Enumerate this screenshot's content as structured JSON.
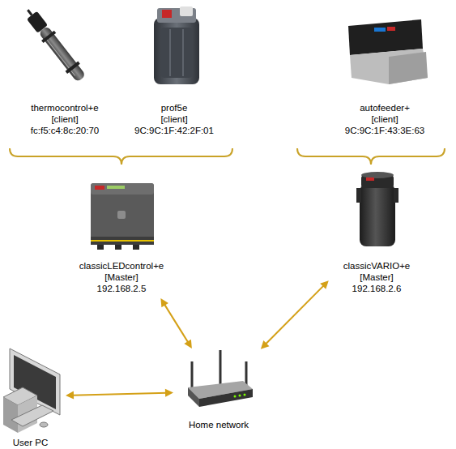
{
  "diagram": {
    "nodes": [
      {
        "text": [
          "thermocontrol+e",
          "[client]",
          "fc:f5:c4:8c:20:70"
        ]
      },
      {
        "text": [
          "prof5e",
          "[client]",
          "9C:9C:1F:42:2F:01"
        ]
      },
      {
        "text": [
          "autofeeder+",
          "[client]",
          "9C:9C:1F:43:3E:63"
        ]
      },
      {
        "text": [
          "classicLEDcontrol+e",
          "[Master]",
          "192.168.2.5"
        ]
      },
      {
        "text": [
          "classicVARIO+e",
          "[Master]",
          "192.168.2.6"
        ]
      },
      {
        "text": [
          "Home network"
        ]
      },
      {
        "text": [
          "User PC"
        ]
      }
    ],
    "edges": [
      {
        "from": 3,
        "to": 5,
        "arrow": "both"
      },
      {
        "from": 4,
        "to": 5,
        "arrow": "both"
      },
      {
        "from": 6,
        "to": 5,
        "arrow": "both"
      }
    ]
  }
}
